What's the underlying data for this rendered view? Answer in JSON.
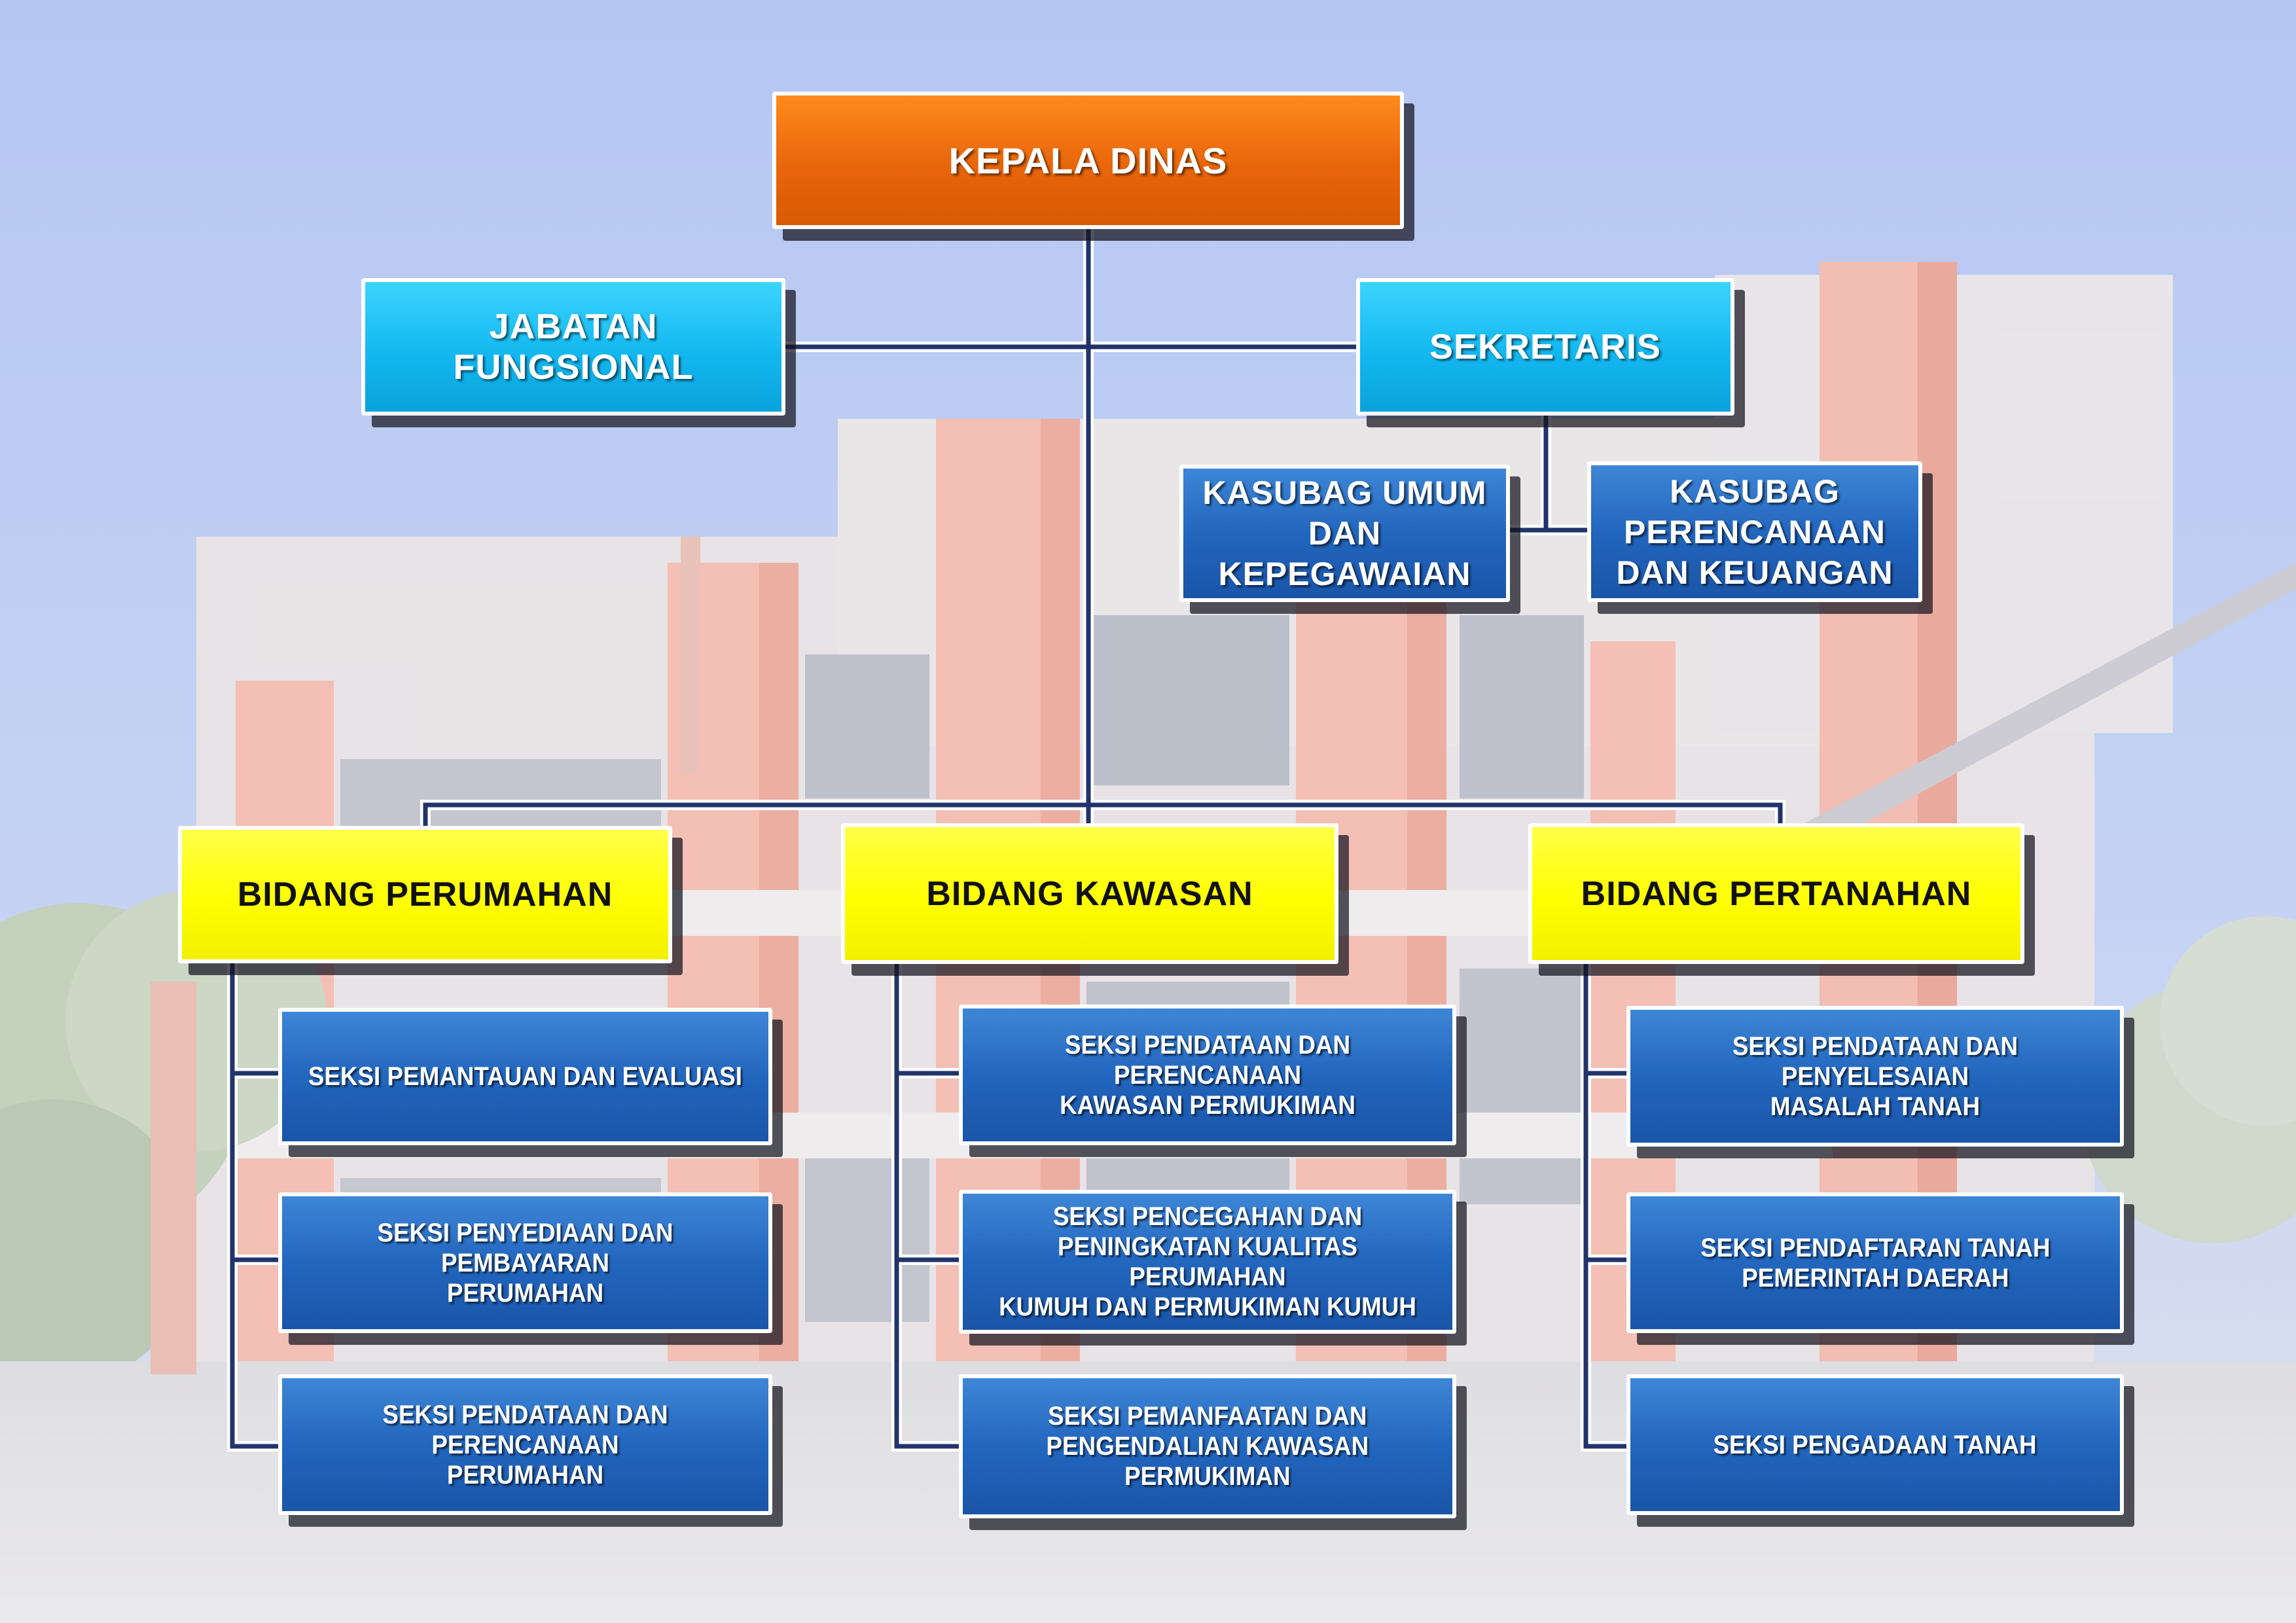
{
  "chart": {
    "head": "KEPALA DINAS",
    "jabatan_fungsional": "JABATAN  FUNGSIONAL",
    "sekretaris": "SEKRETARIS",
    "kasubag_umum": "KASUBAG  UMUM\nDAN KEPEGAWAIAN",
    "kasubag_perencanaan": "KASUBAG\nPERENCANAAN\nDAN KEUANGAN",
    "bidang": [
      {
        "title": "BIDANG  PERUMAHAN",
        "seksi": [
          "SEKSI PEMANTAUAN DAN EVALUASI",
          "SEKSI PENYEDIAAN DAN PEMBAYARAN\nPERUMAHAN",
          "SEKSI PENDATAAN DAN PERENCANAAN\nPERUMAHAN"
        ]
      },
      {
        "title": "BIDANG  KAWASAN",
        "seksi": [
          "SEKSI PENDATAAN DAN PERENCANAAN\nKAWASAN PERMUKIMAN",
          "SEKSI PENCEGAHAN  DAN\nPENINGKATAN KUALITAS PERUMAHAN\nKUMUH DAN PERMUKIMAN KUMUH",
          "SEKSI PEMANFAATAN DAN\nPENGENDALIAN KAWASAN\nPERMUKIMAN"
        ]
      },
      {
        "title": "BIDANG  PERTANAHAN",
        "seksi": [
          "SEKSI PENDATAAN DAN PENYELESAIAN\nMASALAH TANAH",
          "SEKSI PENDAFTARAN TANAH\nPEMERINTAH DAERAH",
          "SEKSI PENGADAAN TANAH"
        ]
      }
    ]
  },
  "colors": {
    "head": "#f07814",
    "staff": "#19bdf2",
    "section": "#2362b8",
    "bidang": "#ffff00",
    "connector": "#22336b"
  }
}
